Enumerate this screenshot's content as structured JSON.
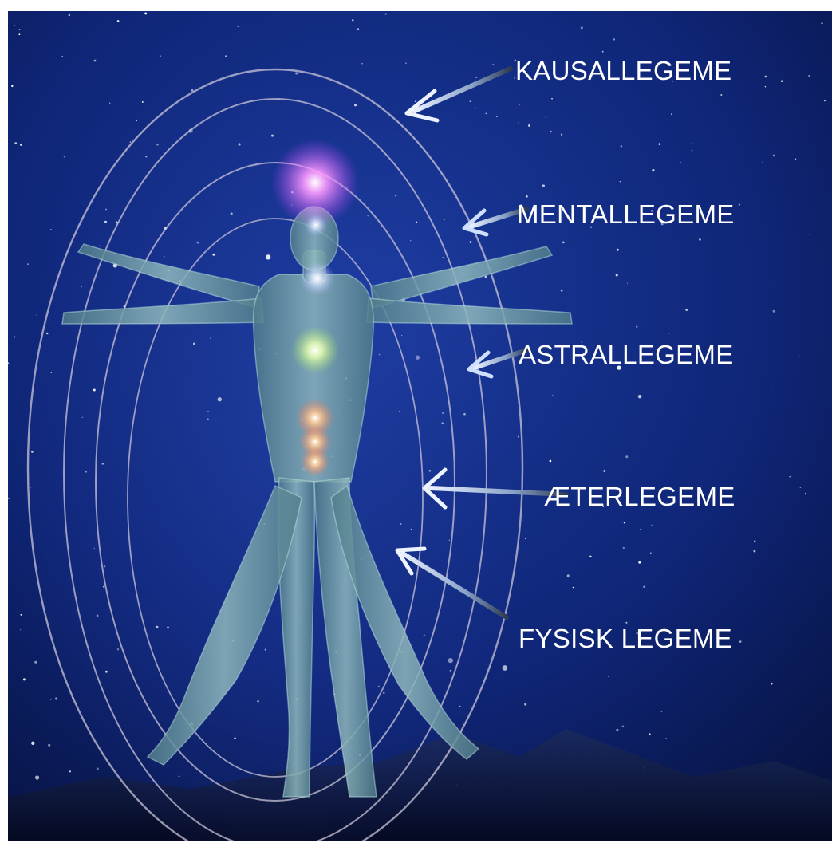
{
  "labels": [
    {
      "id": "kausal",
      "text": "KAUSALLEGEME"
    },
    {
      "id": "mental",
      "text": "MENTALLEGEME"
    },
    {
      "id": "astral",
      "text": "ASTRALLEGEME"
    },
    {
      "id": "aeter",
      "text": "ÆTERLEGEME"
    },
    {
      "id": "fysisk",
      "text": "FYSISK LEGEME"
    }
  ],
  "colors": {
    "sky_top": "#0a1a5c",
    "sky_mid": "#122f86",
    "sky_bottom": "#060d2a",
    "aura_line": "#c9c4d8",
    "figure": "#6f9ea8",
    "label_text": "#ffffff"
  },
  "chakras": [
    {
      "name": "crown",
      "color": "#ff9cff"
    },
    {
      "name": "third-eye",
      "color": "#b7c4ff"
    },
    {
      "name": "throat",
      "color": "#e6f2ff"
    },
    {
      "name": "heart",
      "color": "#e8ffb0"
    },
    {
      "name": "solar-plexus",
      "color": "#fff1a8"
    },
    {
      "name": "sacral",
      "color": "#ffb28a"
    },
    {
      "name": "root",
      "color": "#ff7a6a"
    }
  ]
}
